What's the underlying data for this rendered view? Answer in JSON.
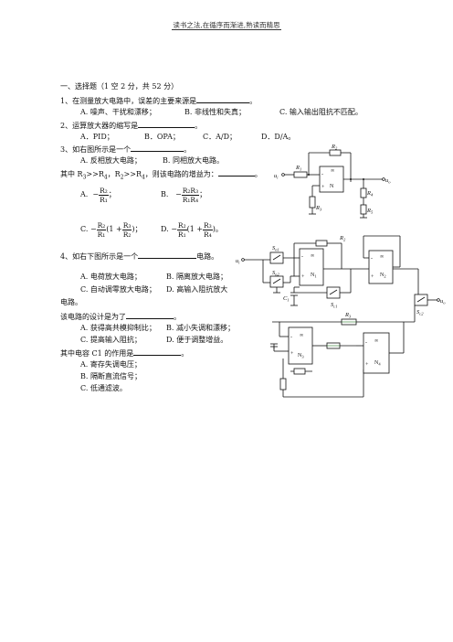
{
  "header": "读书之法,在循序而渐进,熟读而精思",
  "section_title": "一、选择题（1 空 2 分，共 52 分）",
  "q1": {
    "stem_a": "1、在测量放大电路中，误差的主要来源是",
    "stem_b": "。",
    "opt_a": "A. 噪声、干扰和漂移；",
    "opt_b": "B. 非线性和失真；",
    "opt_c": "C. 输入输出阻抗不匹配。"
  },
  "q2": {
    "stem_a": "2、运算放大器的缩写是",
    "stem_b": "。",
    "opt_a": "A．PID；",
    "opt_b": "B．OPA；",
    "opt_c": "C．A/D；",
    "opt_d": "D．D/A。"
  },
  "q3": {
    "stem_a": "3、如右图所示是一个",
    "stem_b": "。",
    "opt_a": "A. 反相放大电路；",
    "opt_b": "B. 同相放大电路。",
    "cond_a": "其中 R",
    "cond_b": "3",
    "cond_c": ">>R",
    "cond_d": "4",
    "cond_e": "，R",
    "cond_f": "2",
    "cond_g": ">>R",
    "cond_h": "4",
    "cond_i": "，则该电路的增益为：",
    "cond_j": "。",
    "ga_label": "A.",
    "ga_neg": "−",
    "ga_num": "R₂",
    "ga_den": "R₁",
    "ga_end": "；",
    "gb_label": "B.",
    "gb_neg": "−",
    "gb_num": "R₂R₃",
    "gb_den": "R₁R₄",
    "gb_end": "；",
    "gc_label": "C.",
    "gc_neg": "−",
    "gc_num1": "R₂",
    "gc_den1": "R₁",
    "gc_mid": "(1 +",
    "gc_num2": "R₃",
    "gc_den2": "R₂",
    "gc_end": ")；",
    "gd_label": "D.",
    "gd_neg": "−",
    "gd_num1": "R₂",
    "gd_den1": "R₁",
    "gd_mid": "(1 +",
    "gd_num2": "R₃",
    "gd_den2": "R₄",
    "gd_end": ")。"
  },
  "q4": {
    "stem_a": "4、如右下图所示是一个",
    "stem_b": "电路。",
    "opt_a": "A. 电荷放大电路；",
    "opt_b": "B. 隔离放大电路；",
    "opt_c": "C. 自动调零放大电路；",
    "opt_d": "D. 高输入阻抗放大",
    "opt_d2": "电路。",
    "purpose_a": "该电路的设计是为了",
    "purpose_b": "。",
    "p_opt_a": "A. 获得高共模抑制比；",
    "p_opt_b": "B. 减小失调和漂移；",
    "p_opt_c": "C. 提高输入阻抗；",
    "p_opt_d": "D. 便于调整增益。",
    "c1_a": "其中电容 C1 的作用是",
    "c1_b": "。",
    "c1_opt_a": "A. 寄存失调电压；",
    "c1_opt_b": "B. 隔断直流信号；",
    "c1_opt_c": "C. 低通滤波。"
  },
  "circuit1": {
    "r1": "R",
    "r1s": "1",
    "r2": "R",
    "r2s": "2",
    "r3": "R",
    "r3s": "3",
    "r4": "R",
    "r4s": "4",
    "r5": "R",
    "r5s": "5",
    "ui": "u",
    "uis": "i",
    "uo": "u",
    "uos": "o",
    "inf": "∞",
    "minus": "-",
    "plus": "+",
    "n": "N"
  },
  "circuit2": {
    "ui": "u",
    "uis": "i",
    "uo": "u",
    "uos": "o",
    "sn1": "S",
    "sn1s": "n1",
    "sn2": "S",
    "sn2s": "n2",
    "sc1": "S",
    "sc1s": "c1",
    "sc2": "S",
    "sc2s": "c2",
    "c1": "C",
    "c1s": "1",
    "r2": "R",
    "r2s": "2",
    "r3": "R",
    "r3s": "3",
    "n1": "N",
    "n1s": "1",
    "n2": "N",
    "n2s": "2",
    "n3": "N",
    "n3s": "3",
    "n4": "N",
    "n4s": "4",
    "inf": "∞",
    "minus": "-",
    "plus": "+"
  }
}
